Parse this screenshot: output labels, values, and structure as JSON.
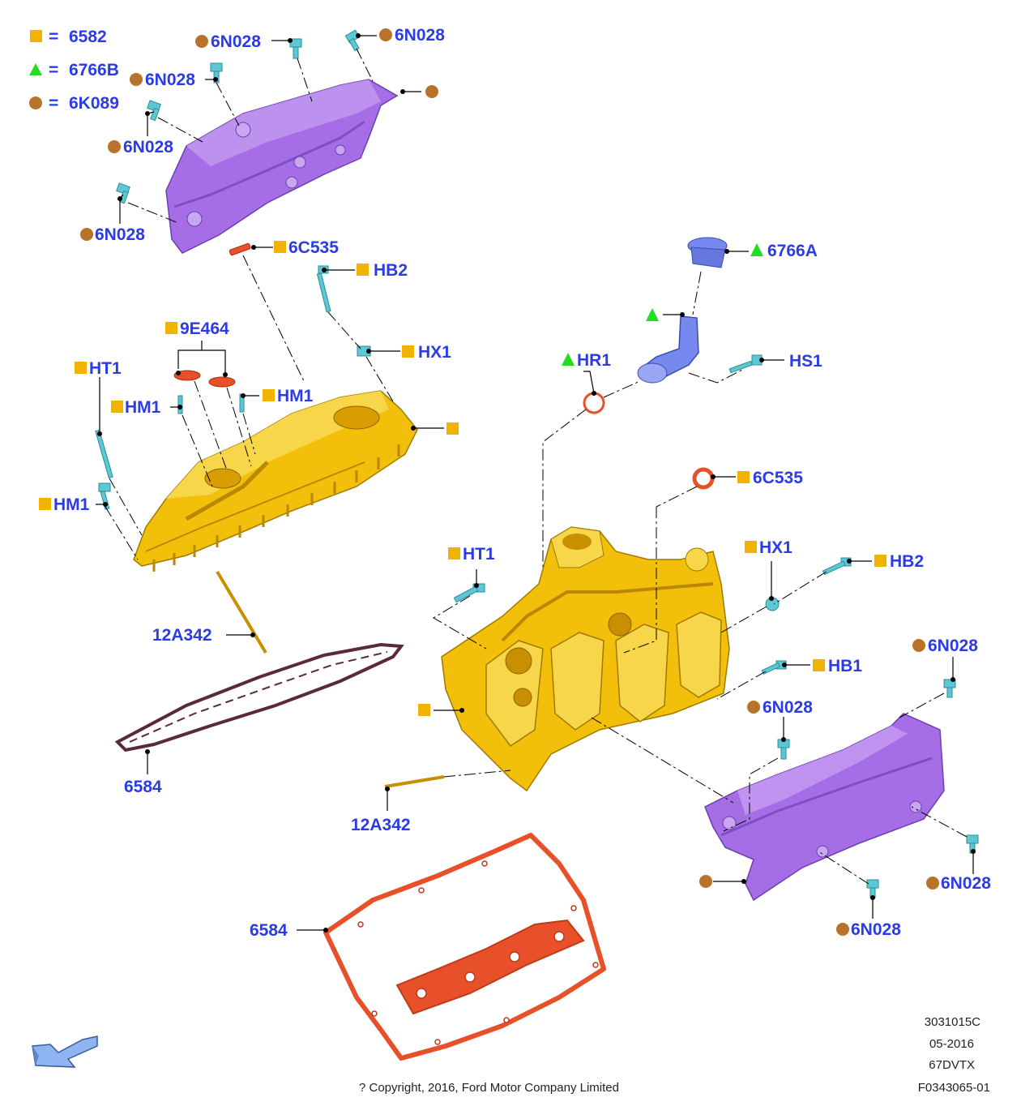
{
  "legend": {
    "square": {
      "label": "6582",
      "color": "#f0b400"
    },
    "triangle": {
      "label": "6766B",
      "color": "#22dd22"
    },
    "circle": {
      "label": "6K089",
      "color": "#b8732b"
    },
    "equals": "="
  },
  "callouts": {
    "c6n028_a": "6N028",
    "c6n028_b": "6N028",
    "c6n028_c": "6N028",
    "c6n028_d": "6N028",
    "c6n028_e": "6N028",
    "c6c535_a": "6C535",
    "hb2_a": "HB2",
    "hx1_a": "HX1",
    "c9e464": "9E464",
    "ht1_a": "HT1",
    "hm1_a": "HM1",
    "hm1_b": "HM1",
    "hm1_c": "HM1",
    "c12a342_a": "12A342",
    "c6584_a": "6584",
    "c6766a": "6766A",
    "hr1": "HR1",
    "hs1": "HS1",
    "c6c535_b": "6C535",
    "ht1_b": "HT1",
    "hx1_b": "HX1",
    "hb2_b": "HB2",
    "hb1": "HB1",
    "c6n028_f": "6N028",
    "c6n028_g": "6N028",
    "c6n028_h": "6N028",
    "c6n028_i": "6N028",
    "c12a342_b": "12A342",
    "c6584_b": "6584"
  },
  "footer": {
    "ref1": "3031015C",
    "ref2": "05-2016",
    "ref3": "67DVTX",
    "ref4": "F0343065-01",
    "copyright": "? Copyright, 2016, Ford Motor Company Limited"
  },
  "colors": {
    "label_blue": "#2b3be6",
    "cover_purple": "#a56ee6",
    "manifold_gold": "#f2bf0a",
    "gasket_red": "#e8502a",
    "fastener_cyan": "#5cc8d6",
    "cap_blue": "#7788ee",
    "arrow_blue": "#8fb4f2"
  },
  "icons": {
    "direction": "arrow-icon"
  }
}
